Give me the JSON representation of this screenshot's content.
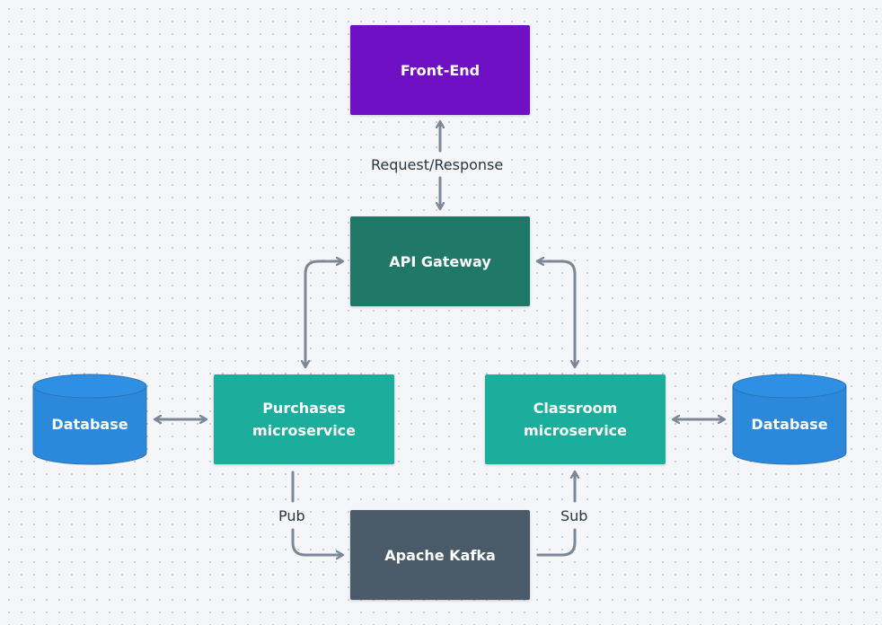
{
  "colors": {
    "frontend": "#7010c5",
    "gateway": "#1f7868",
    "microservice": "#1bae9c",
    "kafka": "#4a5a69",
    "database": "#2b88db",
    "connector": "#7c8897"
  },
  "nodes": {
    "frontend": "Front-End",
    "gateway": "API Gateway",
    "purchases": "Purchases\nmicroservice",
    "classroom": "Classroom\nmicroservice",
    "kafka": "Apache Kafka",
    "db_left": "Database",
    "db_right": "Database"
  },
  "edges": {
    "request_response": "Request/Response",
    "pub": "Pub",
    "sub": "Sub"
  }
}
